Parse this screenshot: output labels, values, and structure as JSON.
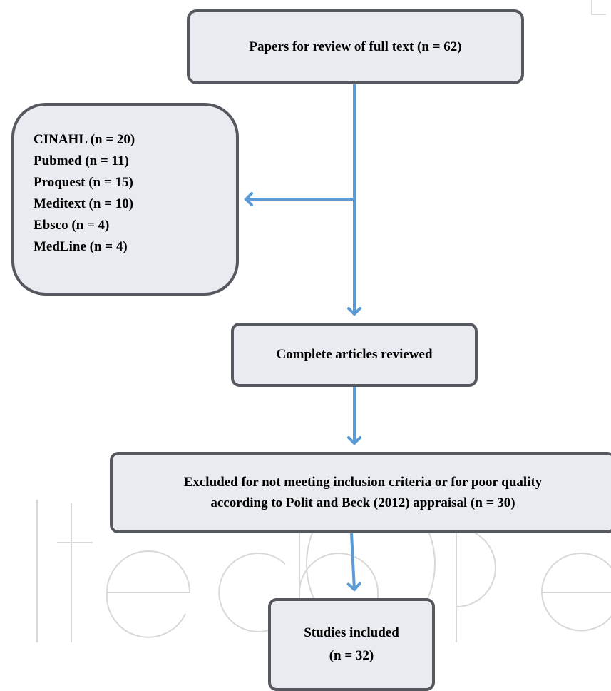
{
  "nodes": {
    "papers": "Papers for review of full text (n = 62)",
    "sources": [
      "CINAHL (n = 20)",
      "Pubmed (n = 11)",
      "Proquest (n = 15)",
      "Meditext (n = 10)",
      "Ebsco (n = 4)",
      "MedLine (n = 4)"
    ],
    "reviewed": "Complete articles reviewed",
    "excluded": [
      "Excluded for not meeting inclusion criteria or for poor quality",
      "according to Polit and Beck (2012) appraisal (n = 30)"
    ],
    "included": [
      "Studies included",
      "(n = 32)"
    ]
  },
  "colors": {
    "node_fill": "#e9ebf0",
    "node_border": "#55585f",
    "arrow": "#5b9bd5",
    "watermark": "#d8d8d8"
  }
}
